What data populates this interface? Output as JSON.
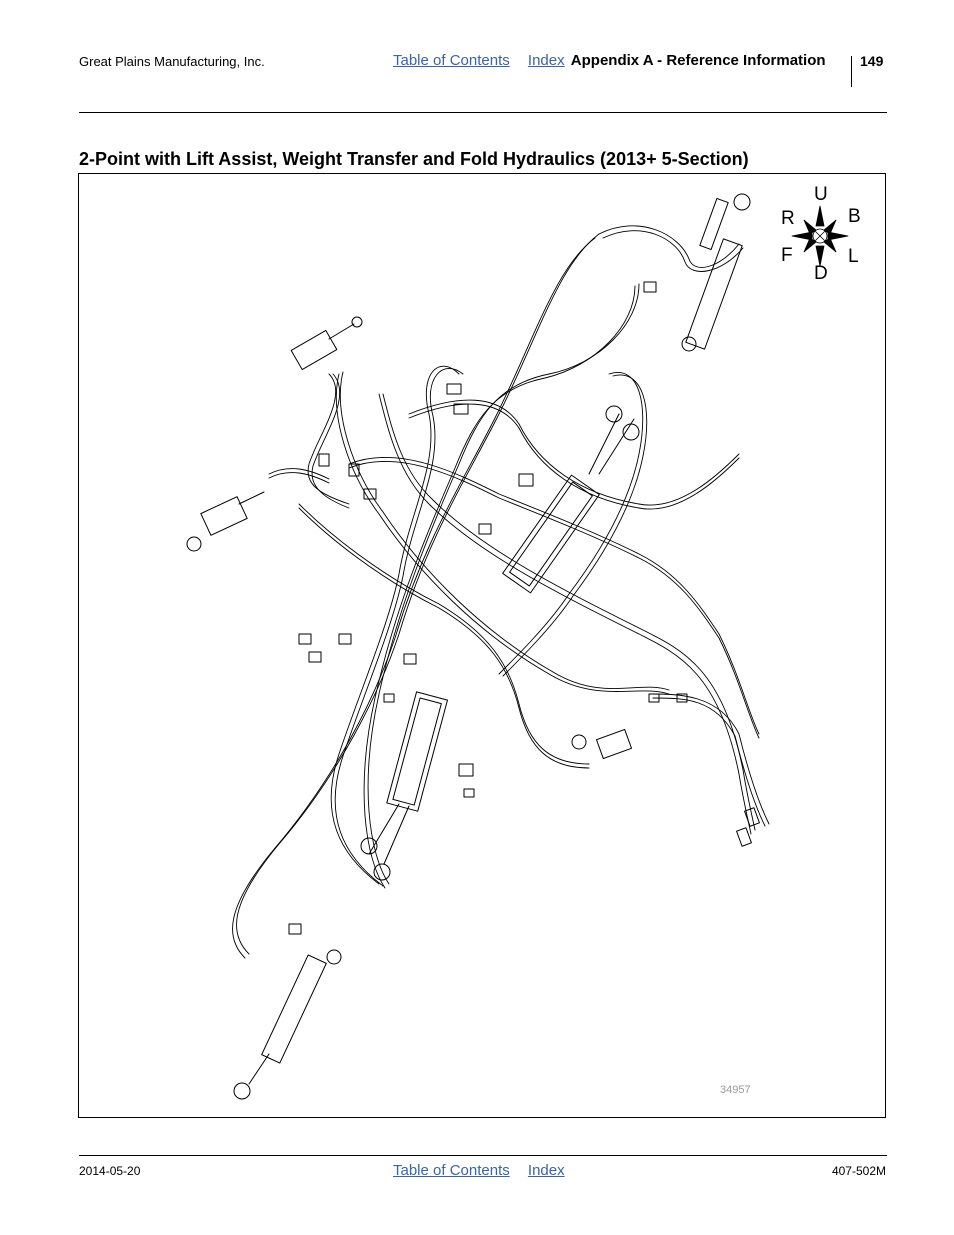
{
  "header": {
    "company": "Great Plains Manufacturing, Inc.",
    "toc_link": "Table of Contents",
    "index_link": "Index",
    "section": "Appendix A - Reference Information",
    "page_number": "149"
  },
  "title": "2-Point with Lift Assist, Weight Transfer and Fold Hydraulics (2013+ 5-Section)",
  "figure": {
    "figure_id": "34957",
    "compass": {
      "up": "U",
      "down": "D",
      "right": "R",
      "left": "L",
      "front": "F",
      "back": "B"
    }
  },
  "footer": {
    "date": "2014-05-20",
    "toc_link": "Table of Contents",
    "index_link": "Index",
    "doc_number": "407-502M"
  }
}
